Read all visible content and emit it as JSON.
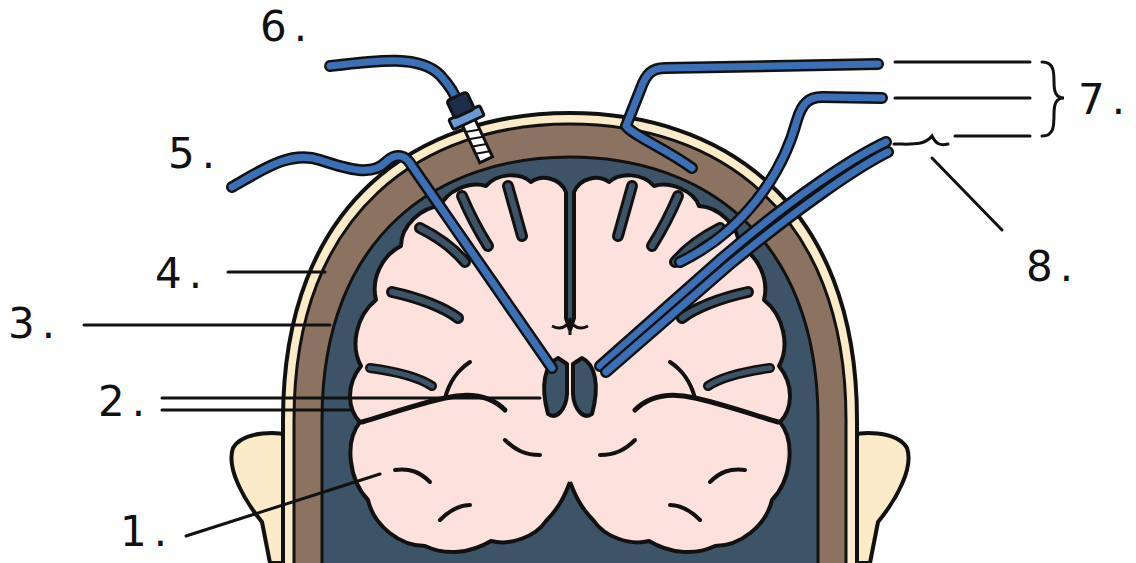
{
  "diagram": {
    "labels": [
      "6.",
      "7.",
      "5.",
      "8.",
      "4.",
      "3.",
      "2.",
      "1."
    ]
  }
}
